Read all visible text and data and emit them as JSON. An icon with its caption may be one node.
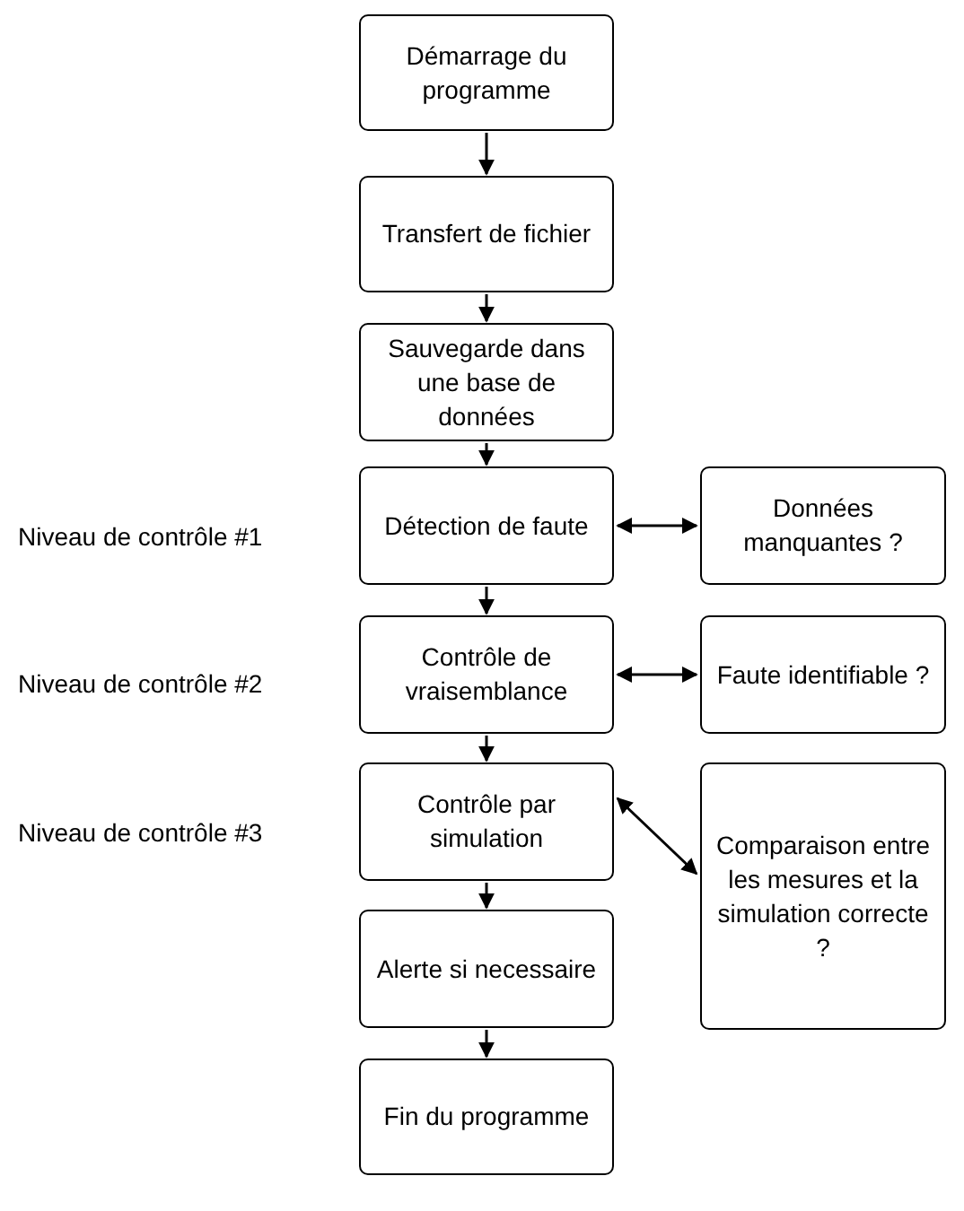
{
  "diagram": {
    "nodes": [
      {
        "text": [
          "Démarrage du programme"
        ]
      },
      {
        "text": [
          "Transfert de fichier"
        ]
      },
      {
        "text": [
          "Sauvegarde dans une base de données"
        ]
      },
      {
        "text": [
          "Détection de faute"
        ]
      },
      {
        "text": [
          "Contrôle de vraisemblance"
        ]
      },
      {
        "text": [
          "Contrôle par simulation"
        ]
      },
      {
        "text": [
          "Alerte si necessaire"
        ]
      },
      {
        "text": [
          "Fin du programme"
        ]
      },
      {
        "text": [
          "Données manquantes ?"
        ]
      },
      {
        "text": [
          "Faute identifiable ?"
        ]
      },
      {
        "text": [
          "Comparaison entre les mesures et la simulation correcte ?"
        ]
      }
    ],
    "edges": [
      {
        "from": 0,
        "to": 1,
        "arrow": "to"
      },
      {
        "from": 1,
        "to": 2,
        "arrow": "to"
      },
      {
        "from": 2,
        "to": 3,
        "arrow": "to"
      },
      {
        "from": 3,
        "to": 4,
        "arrow": "to"
      },
      {
        "from": 4,
        "to": 5,
        "arrow": "to"
      },
      {
        "from": 5,
        "to": 6,
        "arrow": "to"
      },
      {
        "from": 6,
        "to": 7,
        "arrow": "to"
      },
      {
        "from": 3,
        "to": 8,
        "arrow": "both"
      },
      {
        "from": 4,
        "to": 9,
        "arrow": "both"
      },
      {
        "from": 5,
        "to": 10,
        "arrow": "both"
      }
    ],
    "labels": [
      "Niveau de contrôle #1",
      "Niveau de contrôle #2",
      "Niveau de contrôle #3"
    ]
  }
}
